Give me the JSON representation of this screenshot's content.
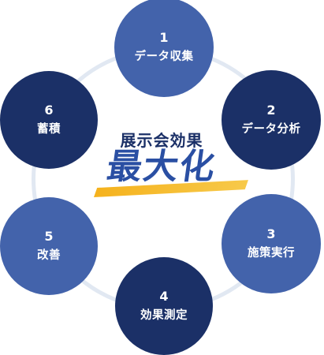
{
  "center": {
    "subtitle": "展示会効果",
    "title": "最大化"
  },
  "steps": [
    {
      "number": "1",
      "label": "データ収集"
    },
    {
      "number": "2",
      "label": "データ分析"
    },
    {
      "number": "3",
      "label": "施策実行"
    },
    {
      "number": "4",
      "label": "効果測定"
    },
    {
      "number": "5",
      "label": "改善"
    },
    {
      "number": "6",
      "label": "蓄積"
    }
  ],
  "colors": {
    "dark_navy": "#1b3067",
    "medium_blue": "#4363ab",
    "title_blue": "#2a4fa3",
    "accent_yellow": "#f5b21d",
    "ring": "#e1e8f2"
  }
}
